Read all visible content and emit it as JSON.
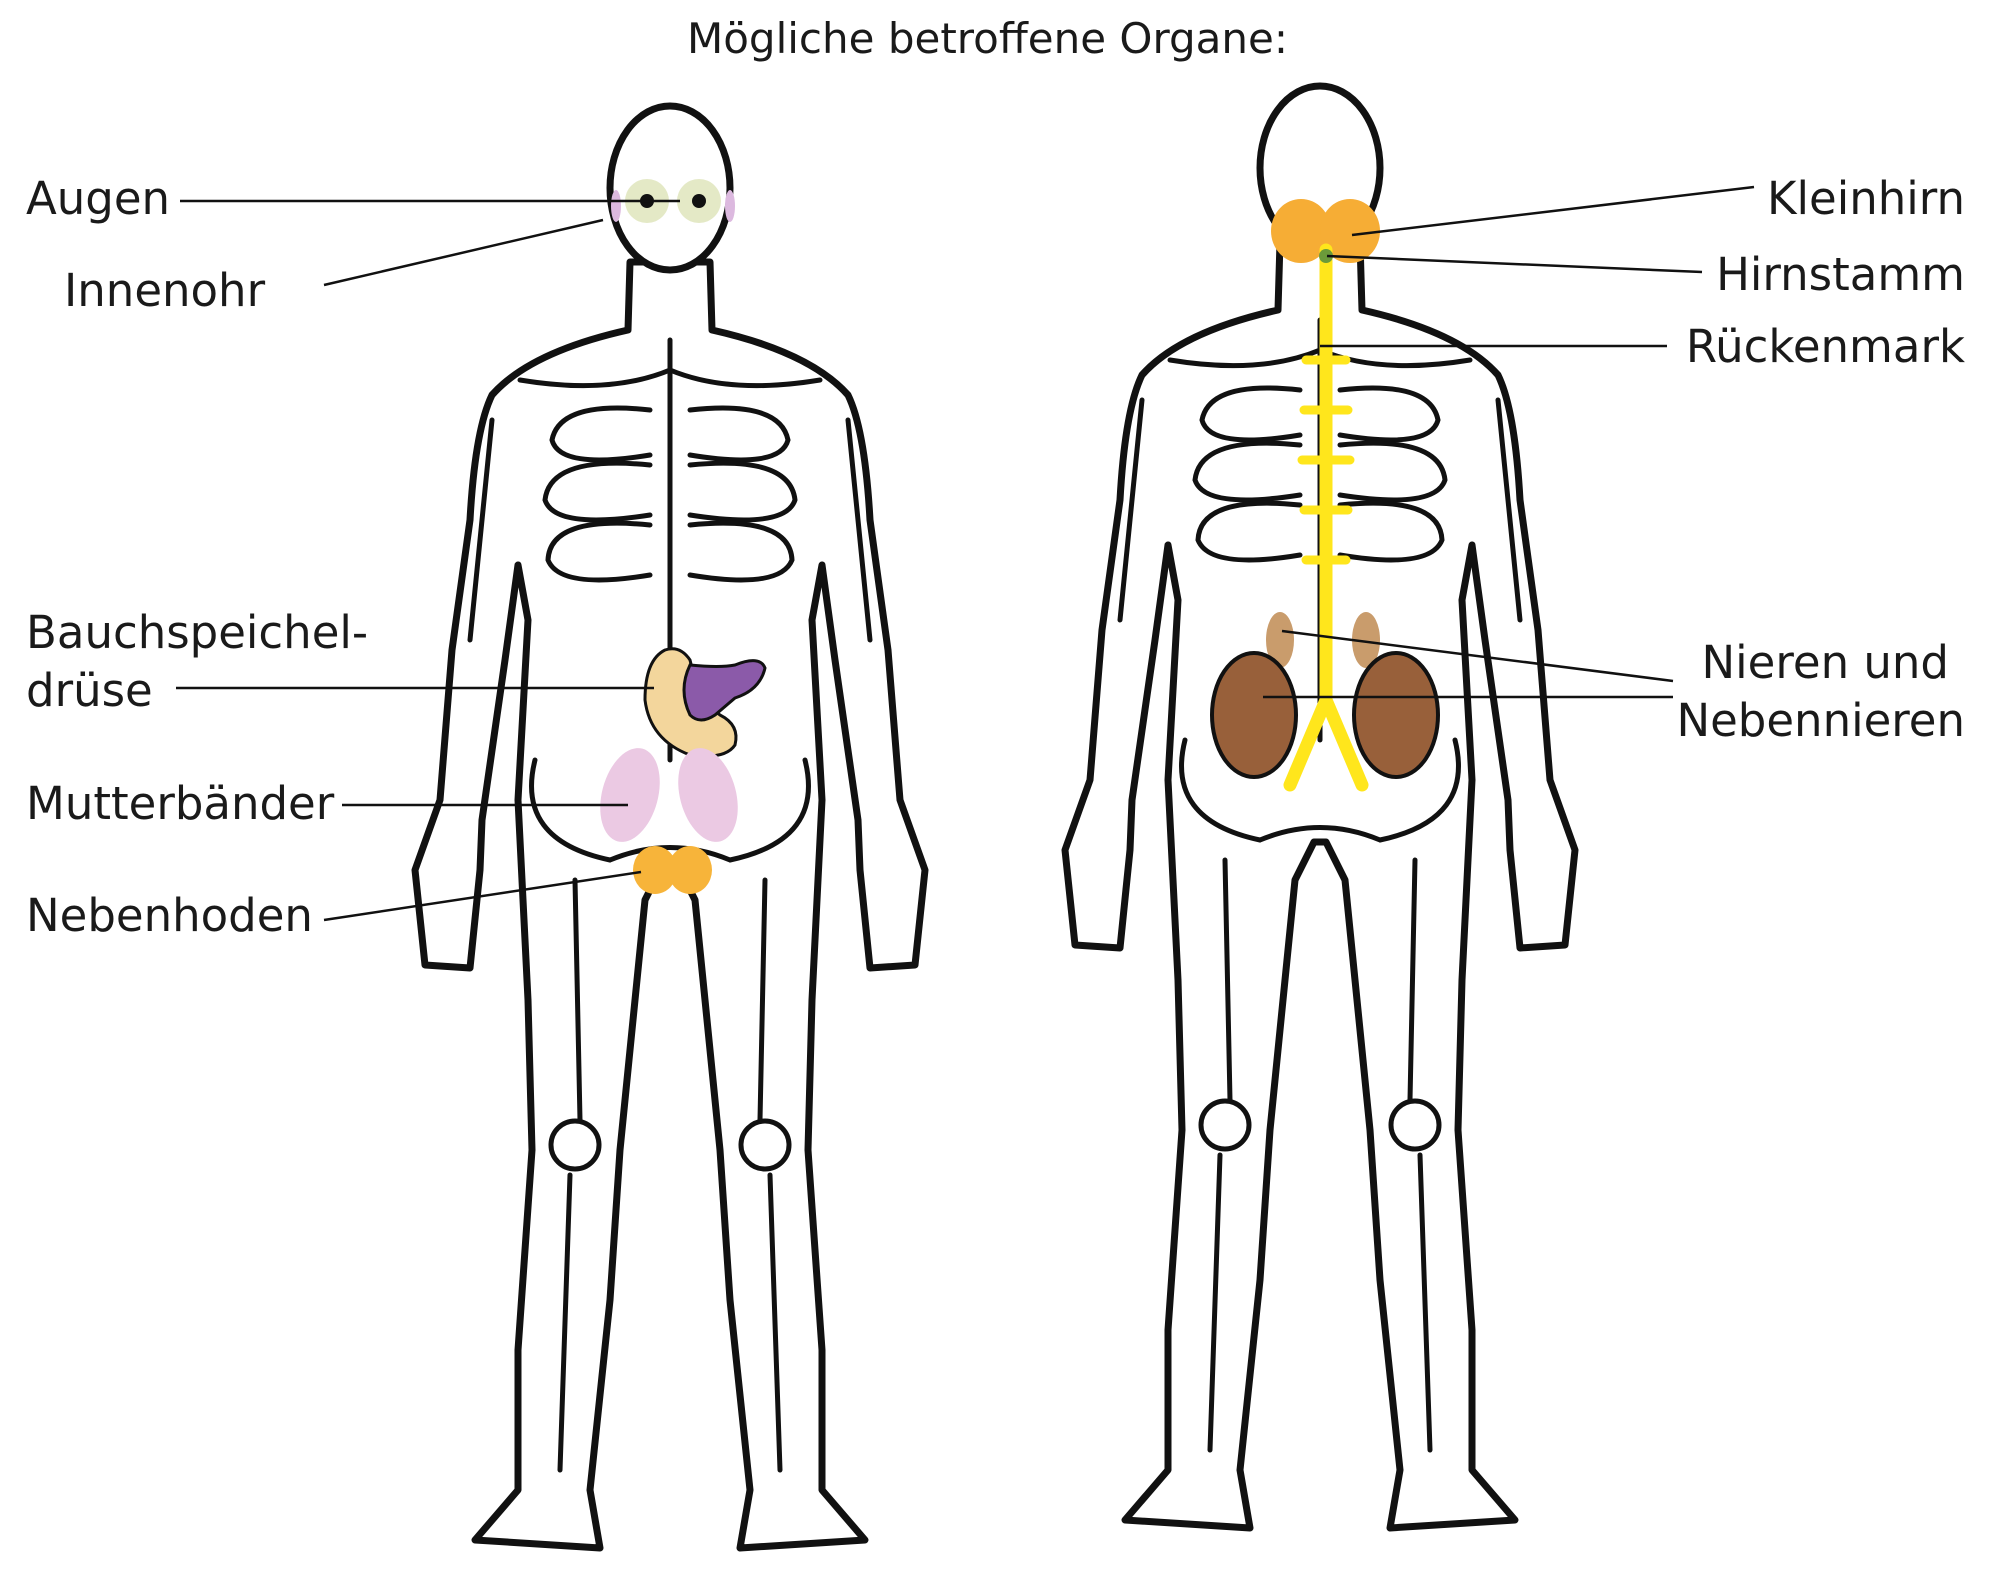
{
  "title": "Mögliche betroffene Organe:",
  "labels": {
    "augen": "Augen",
    "innenohr": "Innenohr",
    "bauchspeicheldruese_1": "Bauchspeichel-",
    "bauchspeicheldruese_2": "drüse",
    "mutterbaender": "Mutterbänder",
    "nebenhoden": "Nebenhoden",
    "kleinhirn": "Kleinhirn",
    "hirnstamm": "Hirnstamm",
    "rueckenmark": "Rückenmark",
    "nieren_1": "Nieren und",
    "nieren_2": "Nebennieren"
  },
  "colors": {
    "eyes": "#e4e9c6",
    "inner_ear": "#dcb9df",
    "pancreas_head": "#f3d69c",
    "pancreas_body": "#8b5aa9",
    "ligaments": "#ebc9e3",
    "epididymis": "#f7b43a",
    "cerebellum": "#f6ad35",
    "spinal_cord": "#ffe61c",
    "kidneys": "#98603a",
    "adrenals": "#c99c6c"
  }
}
